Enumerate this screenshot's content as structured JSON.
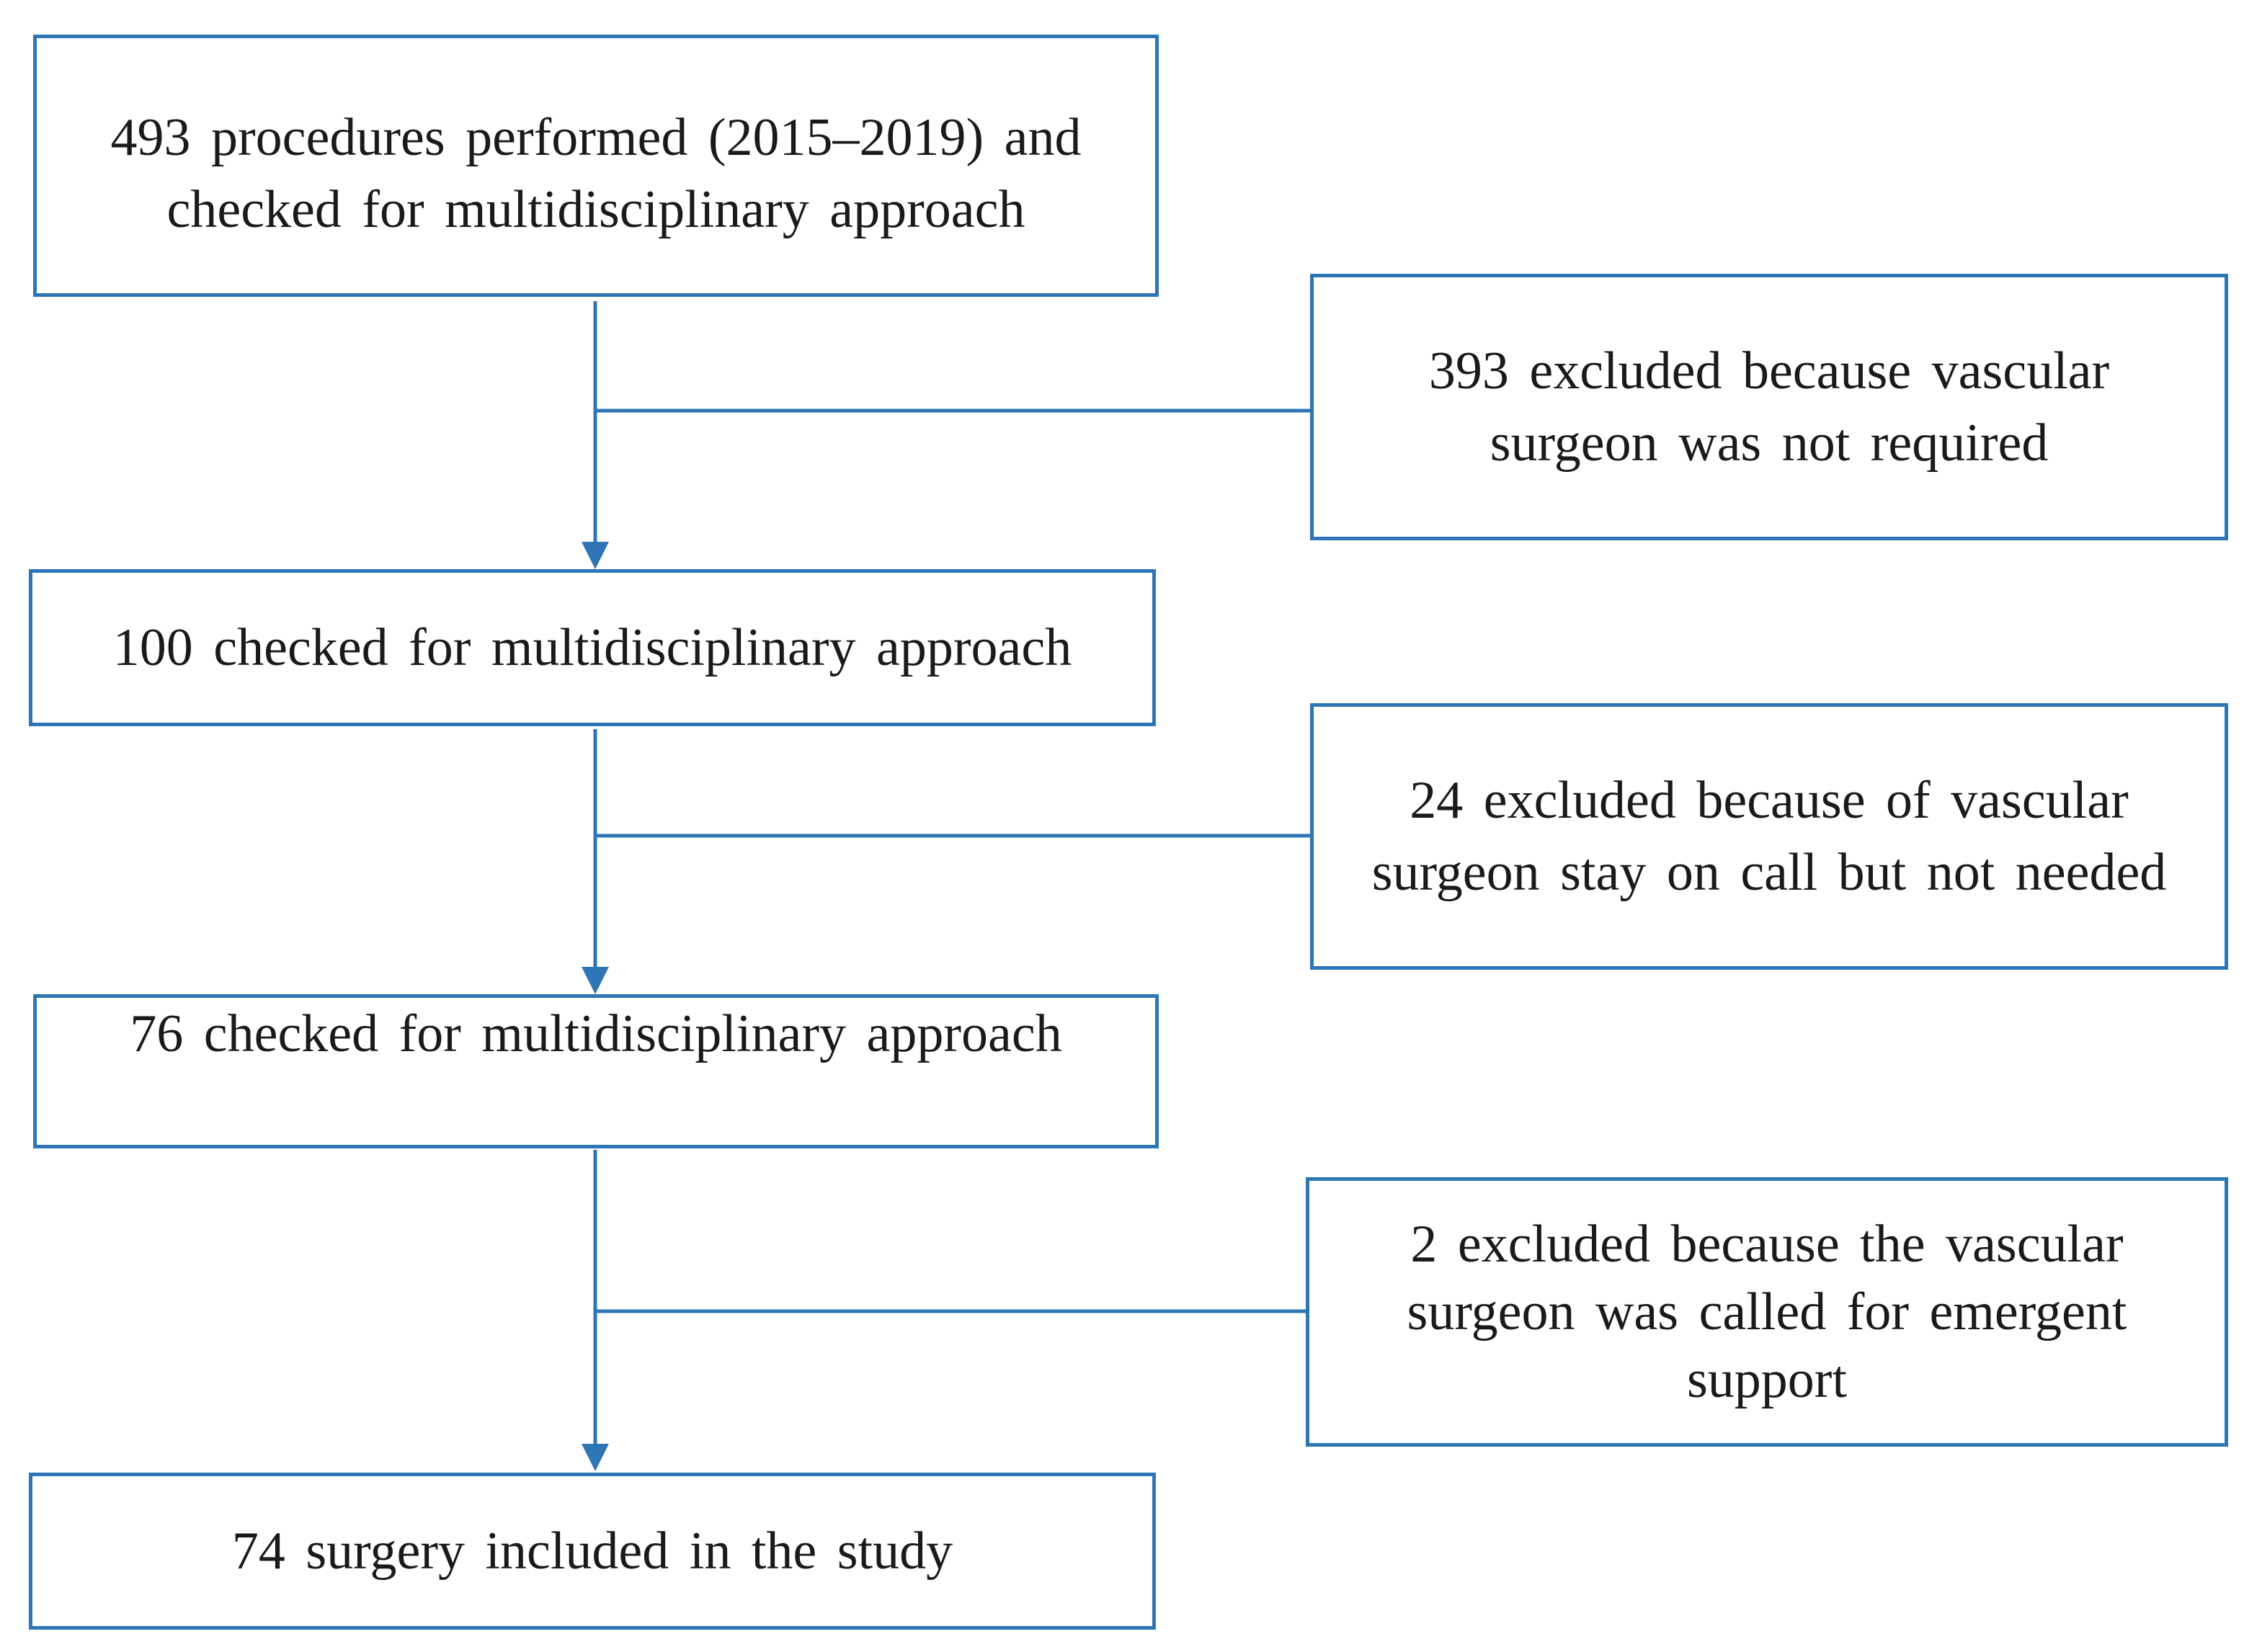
{
  "flowchart": {
    "main_steps": [
      {
        "text": "493 procedures performed  (2015–2019) and checked for multidisciplinary  approach"
      },
      {
        "text": "100 checked for multidisciplinary  approach"
      },
      {
        "text": "76 checked for multidisciplinary  approach"
      },
      {
        "text": "74 surgery  included  in  the study"
      }
    ],
    "exclusions": [
      {
        "text": "393 excluded  because vascular surgeon  was not required"
      },
      {
        "text": "24 excluded  because of vascular surgeon  stay  on call  but not needed"
      },
      {
        "text": "2 excluded  because the vascular surgeon  was called  for emergent support"
      }
    ]
  },
  "colors": {
    "box_border": "#2e75b6",
    "connector": "#2e75b6",
    "text": "#1a1a1a"
  }
}
